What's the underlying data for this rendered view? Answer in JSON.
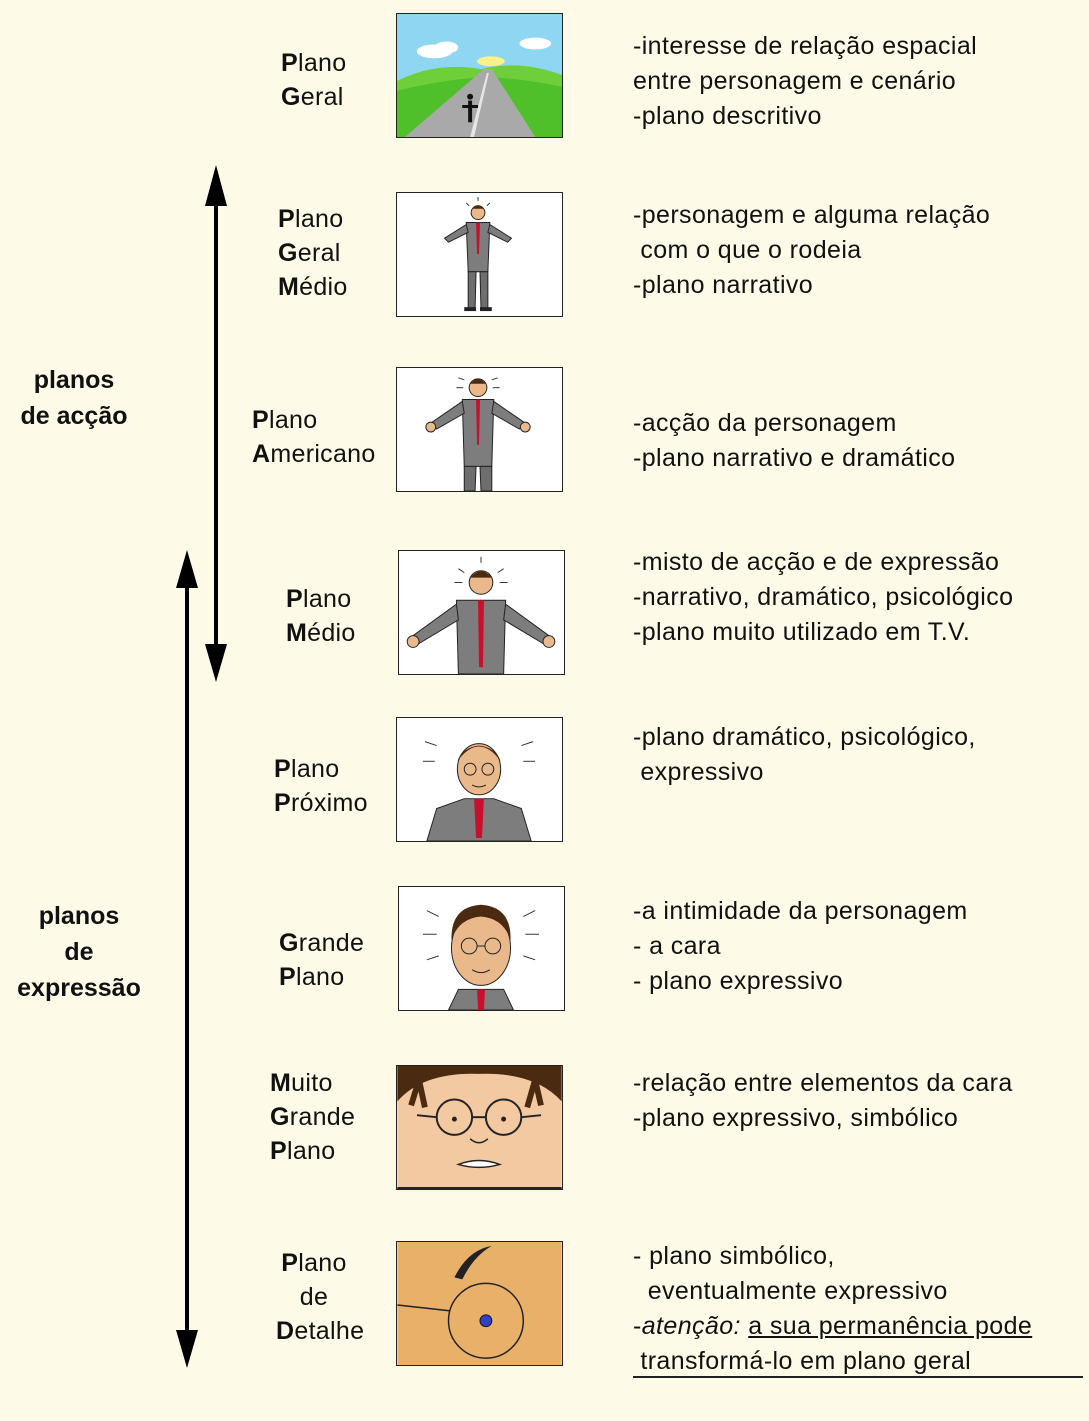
{
  "groups": {
    "accao": [
      "planos",
      "de acção"
    ],
    "expressao": [
      "planos",
      "de",
      "expressão"
    ]
  },
  "shots": [
    {
      "id": "plano-geral",
      "name": [
        {
          "cap": "P",
          "rest": "lano"
        },
        {
          "cap": "G",
          "rest": "eral"
        }
      ],
      "icon": "landscape-road-figure-icon",
      "desc": [
        "-interesse de relação espacial",
        "entre personagem e cenário",
        "-plano descritivo"
      ]
    },
    {
      "id": "plano-geral-medio",
      "name": [
        {
          "cap": "P",
          "rest": "lano"
        },
        {
          "cap": "G",
          "rest": "eral"
        },
        {
          "cap": "M",
          "rest": "édio"
        }
      ],
      "icon": "full-body-man-icon",
      "desc": [
        "-personagem e alguma relação",
        " com o que o rodeia",
        "-plano narrativo"
      ]
    },
    {
      "id": "plano-americano",
      "name": [
        {
          "cap": "P",
          "rest": "lano"
        },
        {
          "cap": "A",
          "rest": "mericano"
        }
      ],
      "icon": "knee-up-man-icon",
      "desc": [
        "-acção da personagem",
        "-plano narrativo e dramático"
      ]
    },
    {
      "id": "plano-medio",
      "name": [
        {
          "cap": "P",
          "rest": "lano"
        },
        {
          "cap": "M",
          "rest": "édio"
        }
      ],
      "icon": "waist-up-man-icon",
      "desc": [
        "-misto de acção e de expressão",
        "-narrativo, dramático, psicológico",
        "-plano muito utilizado em T.V."
      ]
    },
    {
      "id": "plano-proximo",
      "name": [
        {
          "cap": "P",
          "rest": "lano"
        },
        {
          "cap": "P",
          "rest": "róximo"
        }
      ],
      "icon": "chest-up-man-icon",
      "desc": [
        "-plano dramático, psicológico,",
        " expressivo"
      ]
    },
    {
      "id": "grande-plano",
      "name": [
        {
          "cap": "G",
          "rest": "rande"
        },
        {
          "cap": "P",
          "rest": "lano"
        }
      ],
      "icon": "face-man-icon",
      "desc": [
        "-a intimidade da personagem",
        "- a cara",
        "- plano expressivo"
      ]
    },
    {
      "id": "muito-grande-plano",
      "name": [
        {
          "cap": "M",
          "rest": "uito"
        },
        {
          "cap": "G",
          "rest": "rande"
        },
        {
          "cap": "P",
          "rest": "lano"
        }
      ],
      "icon": "face-closeup-icon",
      "desc": [
        "-relação entre elementos da cara",
        "-plano expressivo, simbólico"
      ]
    },
    {
      "id": "plano-de-detalhe",
      "name": [
        {
          "cap": "P",
          "rest": "lano"
        },
        {
          "cap": "",
          "rest": "de"
        },
        {
          "cap": "D",
          "rest": "etalhe"
        }
      ],
      "icon": "eye-detail-icon",
      "desc": [
        "- plano simbólico,",
        "  eventualmente expressivo"
      ],
      "note": {
        "prefix": "-",
        "italic": "atenção:",
        "gap": " ",
        "underlined": "a sua permanência pode",
        "line2": " transformá-lo em plano geral"
      }
    }
  ]
}
